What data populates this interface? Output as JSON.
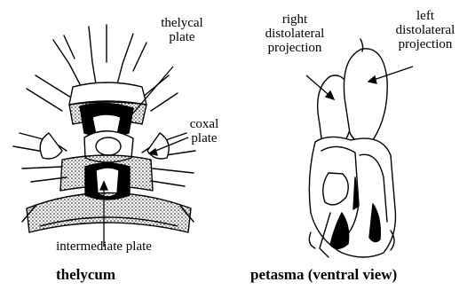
{
  "labels": {
    "thelycal_plate": [
      "thelycal",
      "plate"
    ],
    "coxal_plate": [
      "coxal",
      "plate"
    ],
    "intermediate_plate": "intermediate plate",
    "right_projection": [
      "right",
      "distolateral",
      "projection"
    ],
    "left_projection": [
      "left",
      "distolateral",
      "projection"
    ]
  },
  "captions": {
    "thelycum": "thelycum",
    "petasma": "petasma (ventral view)"
  },
  "colors": {
    "ink": "#000000",
    "background": "#ffffff"
  }
}
